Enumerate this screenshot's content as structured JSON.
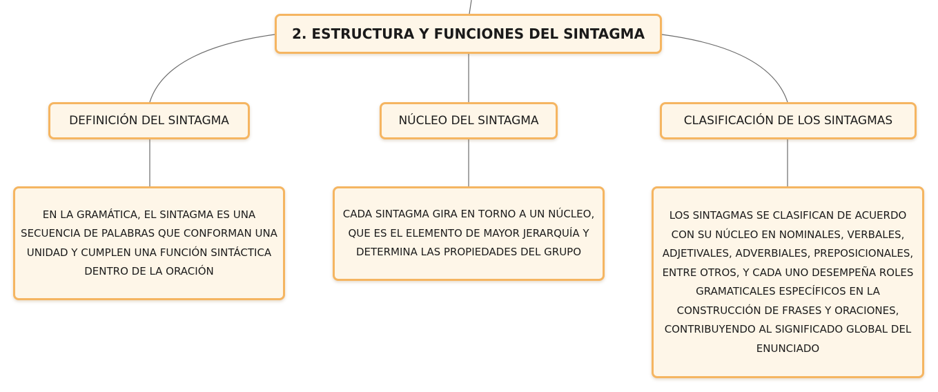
{
  "diagram": {
    "root": {
      "label": "2. ESTRUCTURA Y FUNCIONES DEL SINTAGMA"
    },
    "branches": [
      {
        "label": "DEFINICIÓN DEL SINTAGMA",
        "detail": "EN LA GRAMÁTICA, EL SINTAGMA ES UNA SECUENCIA DE PALABRAS QUE CONFORMAN UNA UNIDAD Y CUMPLEN UNA FUNCIÓN SINTÁCTICA DENTRO DE LA ORACIÓN"
      },
      {
        "label": "NÚCLEO DEL SINTAGMA",
        "detail": "CADA SINTAGMA GIRA EN TORNO A UN NÚCLEO, QUE ES EL ELEMENTO DE MAYOR JERARQUÍA Y DETERMINA LAS PROPIEDADES DEL GRUPO"
      },
      {
        "label": "CLASIFICACIÓN DE LOS SINTAGMAS",
        "detail": "LOS SINTAGMAS SE CLASIFICAN DE ACUERDO CON SU NÚCLEO EN NOMINALES, VERBALES, ADJETIVALES, ADVERBIALES, PREPOSICIONALES, ENTRE OTROS, Y CADA UNO DESEMPEÑA ROLES GRAMATICALES ESPECÍFICOS EN LA CONSTRUCCIÓN DE FRASES Y ORACIONES, CONTRIBUYENDO AL SIGNIFICADO GLOBAL DEL ENUNCIADO"
      }
    ]
  },
  "colors": {
    "node_fill": "#fef6e8",
    "node_border": "#f5b561",
    "connector": "#6b6b6b",
    "text": "#1a1a1a"
  }
}
